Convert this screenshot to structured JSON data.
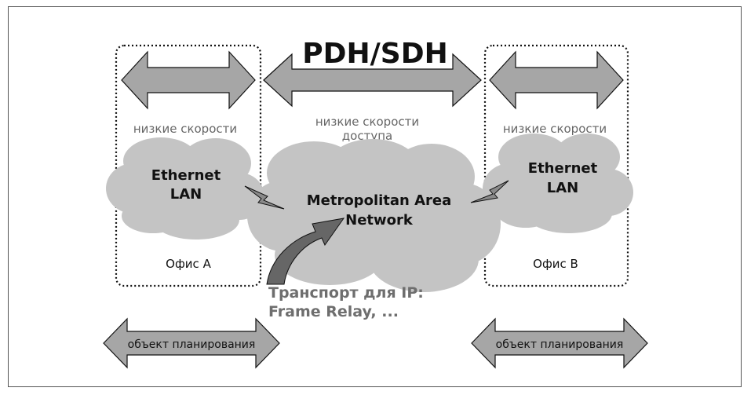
{
  "title": "PDH/SDH",
  "office_a": {
    "speed_label": "низкие скорости",
    "cloud_line1": "Ethernet",
    "cloud_line2": "LAN",
    "name": "Офис A"
  },
  "office_b": {
    "speed_label": "низкие скорости",
    "cloud_line1": "Ethernet",
    "cloud_line2": "LAN",
    "name": "Офис B"
  },
  "man": {
    "speed_line1": "низкие скорости",
    "speed_line2": "доступа",
    "cloud_line1": "Metropolitan Area",
    "cloud_line2": "Network"
  },
  "transport": {
    "line1": "Транспорт для IP:",
    "line2": "Frame Relay, ..."
  },
  "planning_left": "объект планирования",
  "planning_right": "объект планирования",
  "colors": {
    "cloud": "#c4c4c4",
    "arrow": "#a6a6a6",
    "curved_arrow": "#666666",
    "stroke": "#111111",
    "transport_text": "#6e6e6e"
  }
}
